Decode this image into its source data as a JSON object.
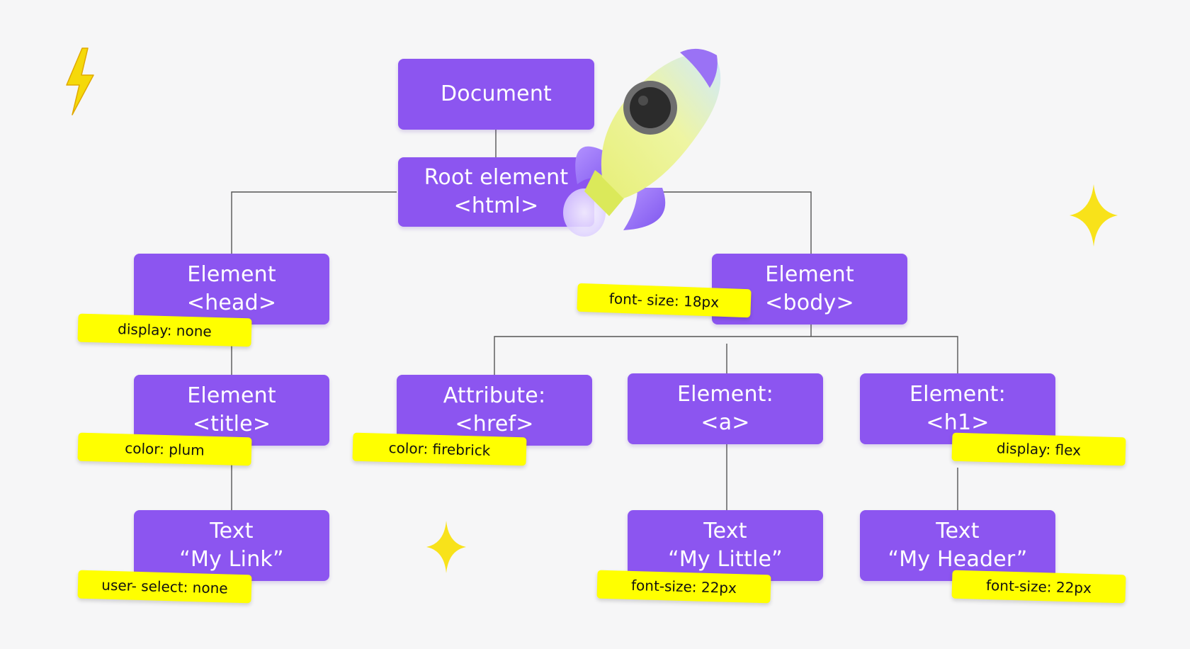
{
  "nodes": {
    "document": {
      "line1": "Document"
    },
    "root": {
      "line1": "Root element",
      "line2": "<html>"
    },
    "head": {
      "line1": "Element",
      "line2": "<head>"
    },
    "body": {
      "line1": "Element",
      "line2": "<body>"
    },
    "title": {
      "line1": "Element",
      "line2": "<title>"
    },
    "href": {
      "line1": "Attribute:",
      "line2": "<href>"
    },
    "a": {
      "line1": "Element:",
      "line2": "<a>"
    },
    "h1": {
      "line1": "Element:",
      "line2": "<h1>"
    },
    "text_link": {
      "line1": "Text",
      "line2": "“My Link”"
    },
    "text_little": {
      "line1": "Text",
      "line2": "“My Little”"
    },
    "text_header": {
      "line1": "Text",
      "line2": "“My Header”"
    }
  },
  "tags": {
    "head": "display: none",
    "body": "font- size: 18px",
    "title": "color: plum",
    "href": "color: firebrick",
    "h1": "display: flex",
    "text_link": "user- select: none",
    "text_little": "font-size: 22px",
    "text_header": "font-size: 22px"
  },
  "colors": {
    "background": "#f6f6f7",
    "node": "#8c55f0",
    "node_text": "#ffffff",
    "tag": "#ffff00",
    "tag_text": "#111111",
    "connector": "#555555",
    "accent_yellow": "#f5d90a"
  },
  "decorations": {
    "rocket": "rocket-illustration",
    "lightning": "lightning-bolt-icon",
    "sparkles": [
      "sparkle-icon",
      "sparkle-icon"
    ]
  }
}
